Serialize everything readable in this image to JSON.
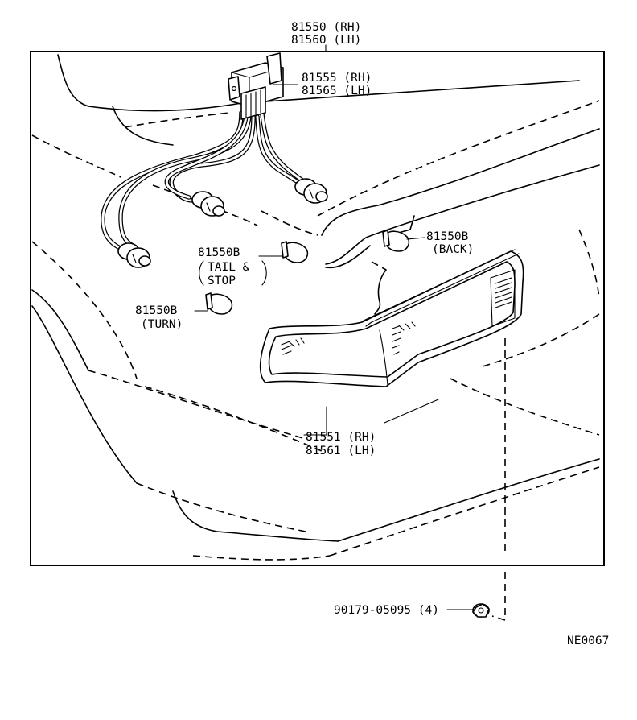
{
  "labels": {
    "lamp_rh": "81550 (RH)",
    "lamp_lh": "81560 (LH)",
    "socket_rh": "81555 (RH)",
    "socket_lh": "81565 (LH)",
    "bulb_tail": "81550B",
    "tail_line1": "TAIL &",
    "tail_line2": "STOP",
    "bulb_back": "81550B",
    "back_note": "(BACK)",
    "bulb_turn": "81550B",
    "turn_note": "(TURN)",
    "lens_rh": "81551 (RH)",
    "lens_lh": "81561 (LH)",
    "nut": "90179-05095 (4)",
    "diagram_id": "NE0067"
  }
}
